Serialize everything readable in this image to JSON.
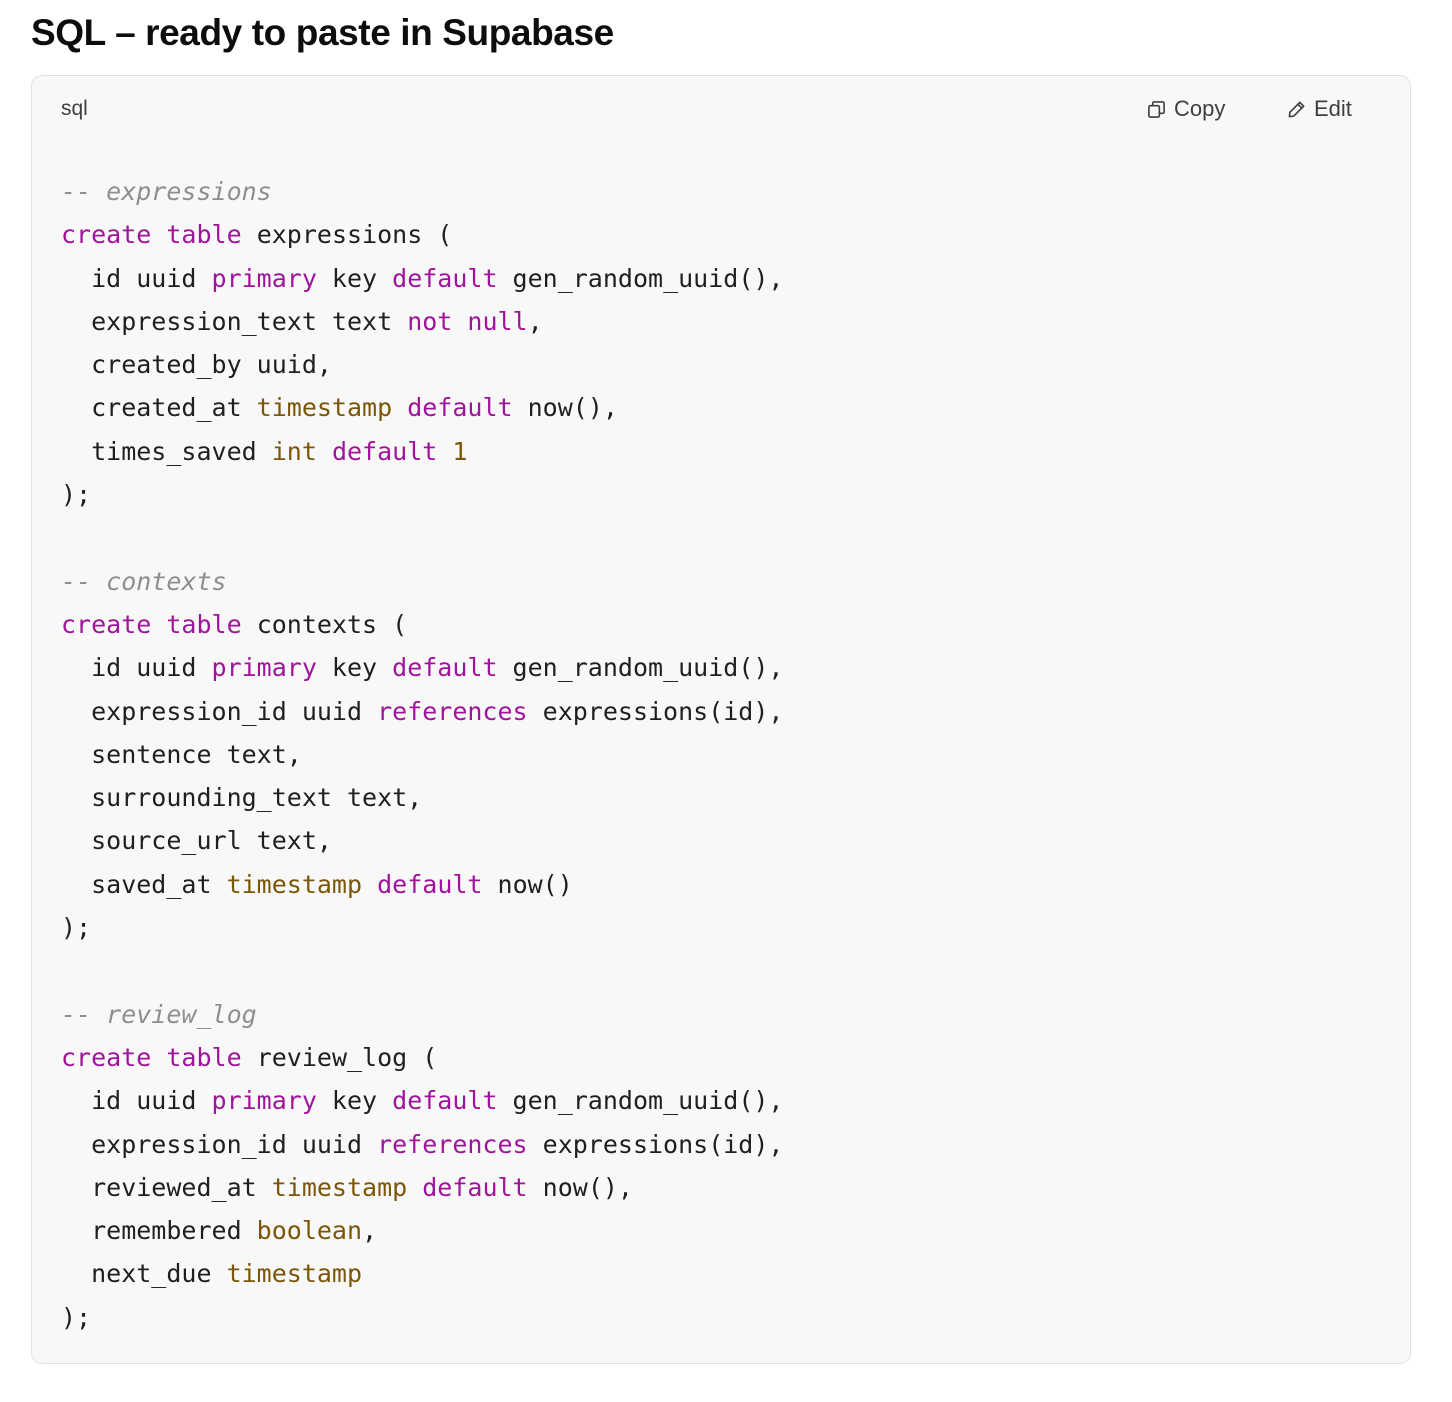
{
  "heading": "SQL – ready to paste in Supabase",
  "code_block": {
    "language": "sql",
    "copy_label": "Copy",
    "edit_label": "Edit",
    "copy_icon": "copy-icon",
    "edit_icon": "pencil-icon",
    "colors": {
      "keyword": "#a0149b",
      "type": "#7c5608",
      "comment": "#8e8e8e",
      "plain": "#1f1f1f",
      "background": "#f8f8f8"
    },
    "lines": [
      [
        {
          "t": "comment",
          "v": "-- expressions"
        }
      ],
      [
        {
          "t": "keyword",
          "v": "create"
        },
        {
          "t": "plain",
          "v": " "
        },
        {
          "t": "keyword",
          "v": "table"
        },
        {
          "t": "plain",
          "v": " expressions ("
        }
      ],
      [
        {
          "t": "plain",
          "v": "  id uuid "
        },
        {
          "t": "keyword",
          "v": "primary"
        },
        {
          "t": "plain",
          "v": " key "
        },
        {
          "t": "keyword",
          "v": "default"
        },
        {
          "t": "plain",
          "v": " gen_random_uuid(),"
        }
      ],
      [
        {
          "t": "plain",
          "v": "  expression_text text "
        },
        {
          "t": "keyword",
          "v": "not"
        },
        {
          "t": "plain",
          "v": " "
        },
        {
          "t": "keyword",
          "v": "null"
        },
        {
          "t": "plain",
          "v": ","
        }
      ],
      [
        {
          "t": "plain",
          "v": "  created_by uuid,"
        }
      ],
      [
        {
          "t": "plain",
          "v": "  created_at "
        },
        {
          "t": "type",
          "v": "timestamp"
        },
        {
          "t": "plain",
          "v": " "
        },
        {
          "t": "keyword",
          "v": "default"
        },
        {
          "t": "plain",
          "v": " now(),"
        }
      ],
      [
        {
          "t": "plain",
          "v": "  times_saved "
        },
        {
          "t": "type",
          "v": "int"
        },
        {
          "t": "plain",
          "v": " "
        },
        {
          "t": "keyword",
          "v": "default"
        },
        {
          "t": "plain",
          "v": " "
        },
        {
          "t": "number",
          "v": "1"
        }
      ],
      [
        {
          "t": "plain",
          "v": ");"
        }
      ],
      [],
      [
        {
          "t": "comment",
          "v": "-- contexts"
        }
      ],
      [
        {
          "t": "keyword",
          "v": "create"
        },
        {
          "t": "plain",
          "v": " "
        },
        {
          "t": "keyword",
          "v": "table"
        },
        {
          "t": "plain",
          "v": " contexts ("
        }
      ],
      [
        {
          "t": "plain",
          "v": "  id uuid "
        },
        {
          "t": "keyword",
          "v": "primary"
        },
        {
          "t": "plain",
          "v": " key "
        },
        {
          "t": "keyword",
          "v": "default"
        },
        {
          "t": "plain",
          "v": " gen_random_uuid(),"
        }
      ],
      [
        {
          "t": "plain",
          "v": "  expression_id uuid "
        },
        {
          "t": "keyword",
          "v": "references"
        },
        {
          "t": "plain",
          "v": " expressions(id),"
        }
      ],
      [
        {
          "t": "plain",
          "v": "  sentence text,"
        }
      ],
      [
        {
          "t": "plain",
          "v": "  surrounding_text text,"
        }
      ],
      [
        {
          "t": "plain",
          "v": "  source_url text,"
        }
      ],
      [
        {
          "t": "plain",
          "v": "  saved_at "
        },
        {
          "t": "type",
          "v": "timestamp"
        },
        {
          "t": "plain",
          "v": " "
        },
        {
          "t": "keyword",
          "v": "default"
        },
        {
          "t": "plain",
          "v": " now()"
        }
      ],
      [
        {
          "t": "plain",
          "v": ");"
        }
      ],
      [],
      [
        {
          "t": "comment",
          "v": "-- review_log"
        }
      ],
      [
        {
          "t": "keyword",
          "v": "create"
        },
        {
          "t": "plain",
          "v": " "
        },
        {
          "t": "keyword",
          "v": "table"
        },
        {
          "t": "plain",
          "v": " review_log ("
        }
      ],
      [
        {
          "t": "plain",
          "v": "  id uuid "
        },
        {
          "t": "keyword",
          "v": "primary"
        },
        {
          "t": "plain",
          "v": " key "
        },
        {
          "t": "keyword",
          "v": "default"
        },
        {
          "t": "plain",
          "v": " gen_random_uuid(),"
        }
      ],
      [
        {
          "t": "plain",
          "v": "  expression_id uuid "
        },
        {
          "t": "keyword",
          "v": "references"
        },
        {
          "t": "plain",
          "v": " expressions(id),"
        }
      ],
      [
        {
          "t": "plain",
          "v": "  reviewed_at "
        },
        {
          "t": "type",
          "v": "timestamp"
        },
        {
          "t": "plain",
          "v": " "
        },
        {
          "t": "keyword",
          "v": "default"
        },
        {
          "t": "plain",
          "v": " now(),"
        }
      ],
      [
        {
          "t": "plain",
          "v": "  remembered "
        },
        {
          "t": "type",
          "v": "boolean"
        },
        {
          "t": "plain",
          "v": ","
        }
      ],
      [
        {
          "t": "plain",
          "v": "  next_due "
        },
        {
          "t": "type",
          "v": "timestamp"
        }
      ],
      [
        {
          "t": "plain",
          "v": ");"
        }
      ]
    ]
  }
}
